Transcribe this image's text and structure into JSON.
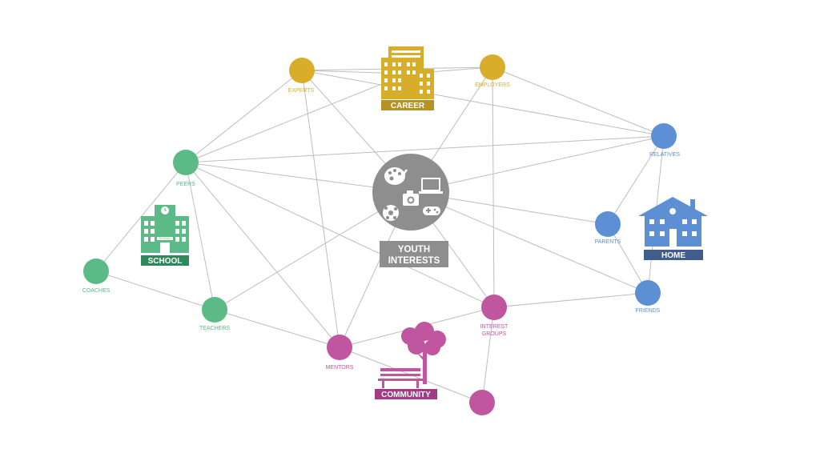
{
  "colors": {
    "career": "#d8ad2a",
    "career_banner": "#b59221",
    "school": "#5bba86",
    "school_banner": "#2f8a5b",
    "home": "#5c8fd3",
    "home_banner": "#3f5e8c",
    "community": "#c0569f",
    "community_banner": "#a23a85",
    "center": "#8e8e8e",
    "edge": "#bdbdbd"
  },
  "center": {
    "label_line1": "YOUTH",
    "label_line2": "INTERESTS",
    "icons": [
      "palette-icon",
      "laptop-icon",
      "camera-icon",
      "soccer-ball-icon",
      "game-controller-icon"
    ]
  },
  "groups": {
    "career": {
      "banner": "CAREER",
      "icon": "office-building-icon"
    },
    "school": {
      "banner": "SCHOOL",
      "icon": "school-building-icon",
      "sign": "SCHOOL"
    },
    "home": {
      "banner": "HOME",
      "icon": "house-icon"
    },
    "community": {
      "banner": "COMMUNITY",
      "icon": "park-tree-bench-icon"
    }
  },
  "nodes": {
    "experts": {
      "label": "EXPERTS",
      "group": "career"
    },
    "employers": {
      "label": "EMPLOYERS",
      "group": "career"
    },
    "peers": {
      "label": "PEERS",
      "group": "school"
    },
    "coaches": {
      "label": "COACHES",
      "group": "school"
    },
    "teachers": {
      "label": "TEACHERS",
      "group": "school"
    },
    "relatives": {
      "label": "RELATIVES",
      "group": "home"
    },
    "parents": {
      "label": "PARENTS",
      "group": "home"
    },
    "friends": {
      "label": "FRIENDS",
      "group": "home"
    },
    "mentors": {
      "label": "MENTORS",
      "group": "community"
    },
    "interest_groups": {
      "label_line1": "INTEREST",
      "label_line2": "GROUPS",
      "group": "community"
    },
    "unlabeled_community": {
      "group": "community"
    }
  },
  "edges": [
    [
      "experts",
      "employers"
    ],
    [
      "experts",
      "career_icon"
    ],
    [
      "experts",
      "relatives"
    ],
    [
      "experts",
      "peers"
    ],
    [
      "experts",
      "mentors"
    ],
    [
      "experts",
      "center"
    ],
    [
      "employers",
      "career_icon"
    ],
    [
      "employers",
      "center"
    ],
    [
      "employers",
      "relatives"
    ],
    [
      "employers",
      "interest_groups"
    ],
    [
      "career_icon",
      "peers"
    ],
    [
      "peers",
      "relatives"
    ],
    [
      "peers",
      "coaches"
    ],
    [
      "peers",
      "teachers"
    ],
    [
      "peers",
      "center"
    ],
    [
      "peers",
      "mentors"
    ],
    [
      "peers",
      "interest_groups"
    ],
    [
      "relatives",
      "parents"
    ],
    [
      "relatives",
      "friends"
    ],
    [
      "relatives",
      "center"
    ],
    [
      "center",
      "parents"
    ],
    [
      "center",
      "friends"
    ],
    [
      "center",
      "teachers"
    ],
    [
      "center",
      "mentors"
    ],
    [
      "center",
      "interest_groups"
    ],
    [
      "parents",
      "friends"
    ],
    [
      "friends",
      "interest_groups"
    ],
    [
      "coaches",
      "teachers"
    ],
    [
      "teachers",
      "mentors"
    ],
    [
      "mentors",
      "interest_groups"
    ],
    [
      "mentors",
      "unlabeled_community"
    ],
    [
      "interest_groups",
      "unlabeled_community"
    ]
  ]
}
